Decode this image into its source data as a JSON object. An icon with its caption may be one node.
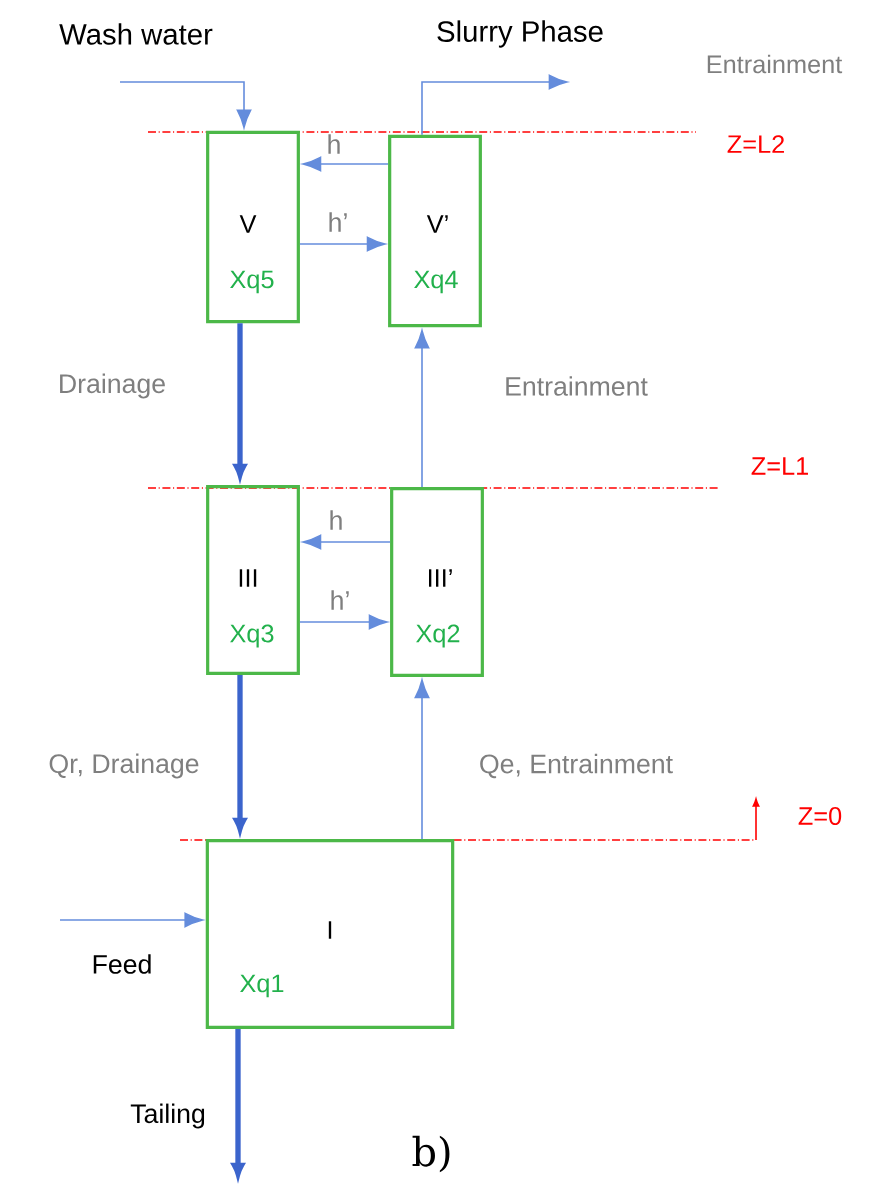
{
  "diagram": {
    "caption": "b)",
    "nodes": [
      {
        "text": [
          "V",
          "Xq5"
        ]
      },
      {
        "text": [
          "V’",
          "Xq4"
        ]
      },
      {
        "text": [
          "III",
          "Xq3"
        ]
      },
      {
        "text": [
          "III’",
          "Xq2"
        ]
      },
      {
        "text": [
          "I",
          "Xq1"
        ]
      }
    ],
    "edges": [
      {
        "from": null,
        "to": 0,
        "arrow": "to",
        "label": "Wash water"
      },
      {
        "from": 1,
        "to": null,
        "arrow": "to",
        "label": "Slurry Phase"
      },
      {
        "from": 1,
        "to": 0,
        "arrow": "to",
        "label": "h"
      },
      {
        "from": 0,
        "to": 1,
        "arrow": "to",
        "label": "h’"
      },
      {
        "from": 0,
        "to": 2,
        "arrow": "to",
        "label": "Drainage",
        "style": "thick"
      },
      {
        "from": 3,
        "to": 1,
        "arrow": "to",
        "label": "Entrainment"
      },
      {
        "from": 3,
        "to": 2,
        "arrow": "to",
        "label": "h"
      },
      {
        "from": 2,
        "to": 3,
        "arrow": "to",
        "label": "h’"
      },
      {
        "from": 2,
        "to": 4,
        "arrow": "to",
        "label": "Qr, Drainage",
        "style": "thick"
      },
      {
        "from": 4,
        "to": 3,
        "arrow": "to",
        "label": "Qe, Entrainment"
      },
      {
        "from": null,
        "to": 4,
        "arrow": "to",
        "label": "Feed"
      },
      {
        "from": 4,
        "to": null,
        "arrow": "to",
        "label": "Tailing",
        "style": "thick"
      }
    ],
    "labels": [
      "Entrainment",
      "Z=L2",
      "Z=L1",
      "Z=0"
    ]
  }
}
